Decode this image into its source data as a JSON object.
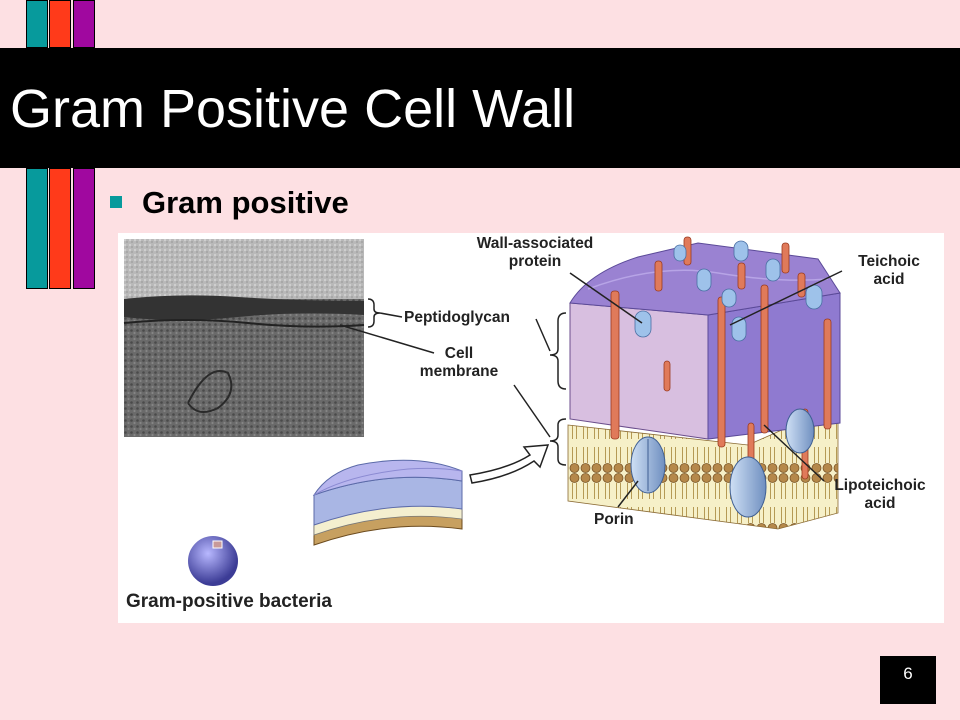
{
  "slide": {
    "title": "Gram Positive Cell Wall",
    "bullet": "Gram positive",
    "page_number": "6"
  },
  "figure": {
    "labels": {
      "wall_associated_protein_1": "Wall-associated",
      "wall_associated_protein_2": "protein",
      "teichoic_acid_1": "Teichoic",
      "teichoic_acid_2": "acid",
      "peptidoglycan": "Peptidoglycan",
      "cell_membrane_1": "Cell",
      "cell_membrane_2": "membrane",
      "lipoteichoic_acid_1": "Lipoteichoic",
      "lipoteichoic_acid_2": "acid",
      "porin": "Porin",
      "caption": "Gram-positive bacteria"
    }
  },
  "colors": {
    "stripe_teal": "#079a9c",
    "stripe_red": "#ff3a1a",
    "stripe_purple": "#a0089f",
    "bullet": "#079a9c",
    "background": "#fde0e3"
  }
}
